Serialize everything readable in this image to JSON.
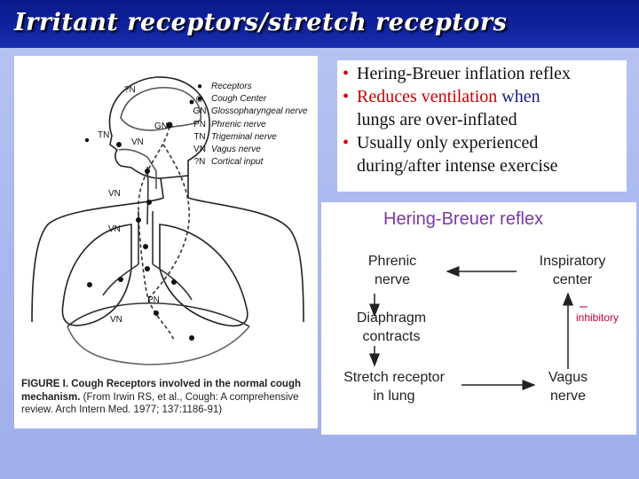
{
  "title": "Irritant receptors/stretch receptors",
  "bullets": {
    "b1": "Hering-Breuer inflation reflex",
    "b2a": "Reduces ventilation",
    "b2b": " when",
    "b2c": "lungs are over-inflated",
    "b3a": "Usually only experienced",
    "b3b": "during/after intense exercise",
    "dot": "•"
  },
  "figure": {
    "legend": [
      {
        "key": "●",
        "label": "Receptors"
      },
      {
        "key": "◉",
        "label": "Cough Center"
      },
      {
        "key": "GN",
        "label": "Glossopharyngeal nerve"
      },
      {
        "key": "PN",
        "label": "Phrenic nerve"
      },
      {
        "key": "TN",
        "label": "Trigeminal nerve"
      },
      {
        "key": "VN",
        "label": "Vagus nerve"
      },
      {
        "key": "?N",
        "label": "Cortical input"
      }
    ],
    "labels": {
      "qn": "?N",
      "tn": "TN",
      "vn1": "VN",
      "gn": "GN",
      "vn2": "VN",
      "vn3": "VN",
      "pn": "PN",
      "vn4": "VN"
    },
    "caption_lead": "FIGURE I. Cough Receptors involved in the normal cough mechanism.",
    "caption_rest": " (From Irwin RS, et al., Cough: A comprehensive review. Arch Intern Med. 1977; 137:1186-91)"
  },
  "flow": {
    "heading": "Hering-Breuer reflex",
    "phrenic_1": "Phrenic",
    "phrenic_2": "nerve",
    "insp_1": "Inspiratory",
    "insp_2": "center",
    "diaph_1": "Diaphragm",
    "diaph_2": "contracts",
    "stretch_1": "Stretch receptor",
    "stretch_2": "in lung",
    "vagus_1": "Vagus",
    "vagus_2": "nerve",
    "minus": "–",
    "inhibitory": "inhibitory",
    "colors": {
      "heading": "#7a3aa0",
      "inhibitory": "#c4003a"
    }
  }
}
